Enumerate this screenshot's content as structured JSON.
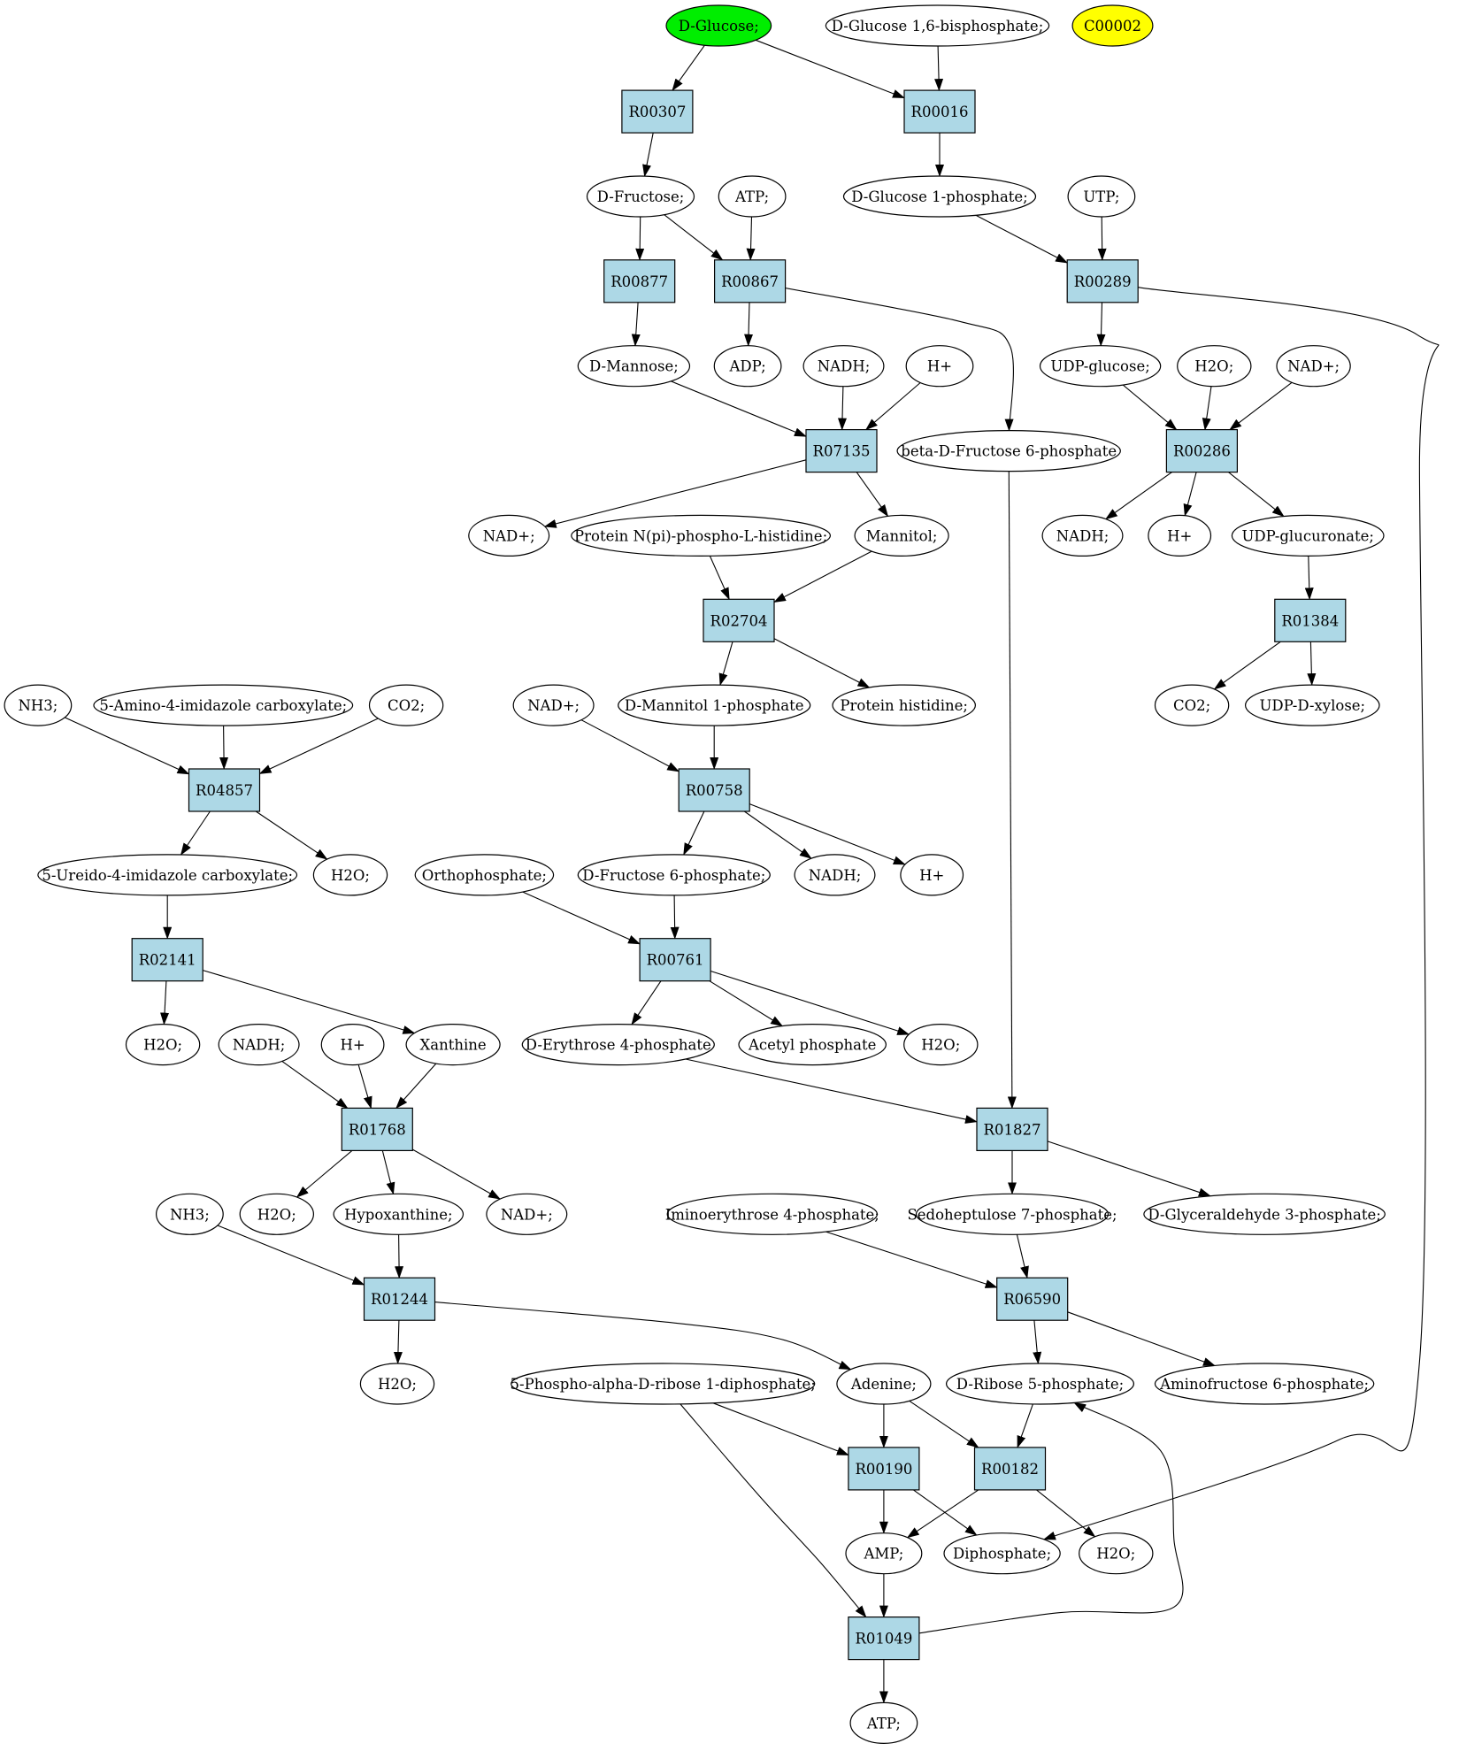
{
  "colors": {
    "reaction_fill": "#add8e6",
    "compound_fill": "#ffffff",
    "start_fill": "#00ee00",
    "highlight_fill": "#ffff00",
    "stroke": "#000000"
  },
  "compounds": [
    {
      "id": "glucose",
      "label": "D-Glucose;",
      "style": "start"
    },
    {
      "id": "glc16bp",
      "label": "D-Glucose 1,6-bisphosphate;"
    },
    {
      "id": "c00002",
      "label": "C00002",
      "style": "highlight"
    },
    {
      "id": "fructose",
      "label": "D-Fructose;"
    },
    {
      "id": "atp1",
      "label": "ATP;"
    },
    {
      "id": "glc1p",
      "label": "D-Glucose 1-phosphate;"
    },
    {
      "id": "utp",
      "label": "UTP;"
    },
    {
      "id": "mannose",
      "label": "D-Mannose;"
    },
    {
      "id": "adp",
      "label": "ADP;"
    },
    {
      "id": "nadh1",
      "label": "NADH;"
    },
    {
      "id": "hplus1",
      "label": "H+"
    },
    {
      "id": "udpglc",
      "label": "UDP-glucose;"
    },
    {
      "id": "h2o1",
      "label": "H2O;"
    },
    {
      "id": "nadp1",
      "label": "NAD+;"
    },
    {
      "id": "bf6p",
      "label": "beta-D-Fructose 6-phosphate"
    },
    {
      "id": "nadp2",
      "label": "NAD+;"
    },
    {
      "id": "protphos",
      "label": "Protein N(pi)-phospho-L-histidine;"
    },
    {
      "id": "mannitol",
      "label": "Mannitol;"
    },
    {
      "id": "nadh2",
      "label": "NADH;"
    },
    {
      "id": "hplus2",
      "label": "H+"
    },
    {
      "id": "udpgluc",
      "label": "UDP-glucuronate;"
    },
    {
      "id": "nh3a",
      "label": "NH3;"
    },
    {
      "id": "aica",
      "label": "5-Amino-4-imidazole carboxylate;"
    },
    {
      "id": "co2a",
      "label": "CO2;"
    },
    {
      "id": "nadp3",
      "label": "NAD+;"
    },
    {
      "id": "mannitol1p",
      "label": "D-Mannitol 1-phosphate"
    },
    {
      "id": "prothis",
      "label": "Protein histidine;"
    },
    {
      "id": "co2b",
      "label": "CO2;"
    },
    {
      "id": "udpxyl",
      "label": "UDP-D-xylose;"
    },
    {
      "id": "ureido",
      "label": "5-Ureido-4-imidazole carboxylate;"
    },
    {
      "id": "h2o2",
      "label": "H2O;"
    },
    {
      "id": "ortho",
      "label": "Orthophosphate;"
    },
    {
      "id": "f6p",
      "label": "D-Fructose 6-phosphate;"
    },
    {
      "id": "nadh3",
      "label": "NADH;"
    },
    {
      "id": "hplus3",
      "label": "H+"
    },
    {
      "id": "h2o3",
      "label": "H2O;"
    },
    {
      "id": "nadh4",
      "label": "NADH;"
    },
    {
      "id": "hplus4",
      "label": "H+"
    },
    {
      "id": "xanthine",
      "label": "Xanthine"
    },
    {
      "id": "e4p",
      "label": "D-Erythrose 4-phosphate"
    },
    {
      "id": "acetylp",
      "label": "Acetyl phosphate"
    },
    {
      "id": "h2o4",
      "label": "H2O;"
    },
    {
      "id": "nh3b",
      "label": "NH3;"
    },
    {
      "id": "h2o5",
      "label": "H2O;"
    },
    {
      "id": "hypox",
      "label": "Hypoxanthine;"
    },
    {
      "id": "nadp4",
      "label": "NAD+;"
    },
    {
      "id": "imino",
      "label": "Iminoerythrose 4-phosphate;"
    },
    {
      "id": "s7p",
      "label": "Sedoheptulose 7-phosphate;"
    },
    {
      "id": "g3p",
      "label": "D-Glyceraldehyde 3-phosphate;"
    },
    {
      "id": "h2o6",
      "label": "H2O;"
    },
    {
      "id": "prpp",
      "label": "5-Phospho-alpha-D-ribose 1-diphosphate;"
    },
    {
      "id": "adenine",
      "label": "Adenine;"
    },
    {
      "id": "r5p",
      "label": "D-Ribose 5-phosphate;"
    },
    {
      "id": "aminof6p",
      "label": "Aminofructose 6-phosphate;"
    },
    {
      "id": "amp",
      "label": "AMP;"
    },
    {
      "id": "diphos",
      "label": "Diphosphate;"
    },
    {
      "id": "h2o7",
      "label": "H2O;"
    },
    {
      "id": "atp2",
      "label": "ATP;"
    }
  ],
  "reactions": [
    {
      "id": "r00307",
      "label": "R00307"
    },
    {
      "id": "r00016",
      "label": "R00016"
    },
    {
      "id": "r00877",
      "label": "R00877"
    },
    {
      "id": "r00867",
      "label": "R00867"
    },
    {
      "id": "r00289",
      "label": "R00289"
    },
    {
      "id": "r07135",
      "label": "R07135"
    },
    {
      "id": "r00286",
      "label": "R00286"
    },
    {
      "id": "r02704",
      "label": "R02704"
    },
    {
      "id": "r01384",
      "label": "R01384"
    },
    {
      "id": "r04857",
      "label": "R04857"
    },
    {
      "id": "r00758",
      "label": "R00758"
    },
    {
      "id": "r02141",
      "label": "R02141"
    },
    {
      "id": "r00761",
      "label": "R00761"
    },
    {
      "id": "r01768",
      "label": "R01768"
    },
    {
      "id": "r01827",
      "label": "R01827"
    },
    {
      "id": "r01244",
      "label": "R01244"
    },
    {
      "id": "r06590",
      "label": "R06590"
    },
    {
      "id": "r00190",
      "label": "R00190"
    },
    {
      "id": "r00182",
      "label": "R00182"
    },
    {
      "id": "r01049",
      "label": "R01049"
    }
  ],
  "edges": [
    [
      "glucose",
      "r00307"
    ],
    [
      "glucose",
      "r00016"
    ],
    [
      "glc16bp",
      "r00016"
    ],
    [
      "r00307",
      "fructose"
    ],
    [
      "r00016",
      "glc1p"
    ],
    [
      "fructose",
      "r00877"
    ],
    [
      "fructose",
      "r00867"
    ],
    [
      "atp1",
      "r00867"
    ],
    [
      "glc1p",
      "r00289"
    ],
    [
      "utp",
      "r00289"
    ],
    [
      "r00877",
      "mannose"
    ],
    [
      "r00867",
      "adp"
    ],
    [
      "r00867",
      "bf6p"
    ],
    [
      "r00289",
      "udpglc"
    ],
    [
      "r00289",
      "diphos"
    ],
    [
      "mannose",
      "r07135"
    ],
    [
      "nadh1",
      "r07135"
    ],
    [
      "hplus1",
      "r07135"
    ],
    [
      "udpglc",
      "r00286"
    ],
    [
      "h2o1",
      "r00286"
    ],
    [
      "nadp1",
      "r00286"
    ],
    [
      "r07135",
      "nadp2"
    ],
    [
      "r07135",
      "mannitol"
    ],
    [
      "r00286",
      "nadh2"
    ],
    [
      "r00286",
      "hplus2"
    ],
    [
      "r00286",
      "udpgluc"
    ],
    [
      "protphos",
      "r02704"
    ],
    [
      "mannitol",
      "r02704"
    ],
    [
      "udpgluc",
      "r01384"
    ],
    [
      "r02704",
      "mannitol1p"
    ],
    [
      "r02704",
      "prothis"
    ],
    [
      "r01384",
      "co2b"
    ],
    [
      "r01384",
      "udpxyl"
    ],
    [
      "nh3a",
      "r04857"
    ],
    [
      "aica",
      "r04857"
    ],
    [
      "co2a",
      "r04857"
    ],
    [
      "nadp3",
      "r00758"
    ],
    [
      "mannitol1p",
      "r00758"
    ],
    [
      "r04857",
      "ureido"
    ],
    [
      "r04857",
      "h2o2"
    ],
    [
      "r00758",
      "f6p"
    ],
    [
      "r00758",
      "nadh3"
    ],
    [
      "r00758",
      "hplus3"
    ],
    [
      "ureido",
      "r02141"
    ],
    [
      "ortho",
      "r00761"
    ],
    [
      "f6p",
      "r00761"
    ],
    [
      "r02141",
      "h2o3"
    ],
    [
      "r02141",
      "xanthine"
    ],
    [
      "r00761",
      "e4p"
    ],
    [
      "r00761",
      "acetylp"
    ],
    [
      "r00761",
      "h2o4"
    ],
    [
      "nadh4",
      "r01768"
    ],
    [
      "hplus4",
      "r01768"
    ],
    [
      "xanthine",
      "r01768"
    ],
    [
      "e4p",
      "r01827"
    ],
    [
      "bf6p",
      "r01827"
    ],
    [
      "r01768",
      "h2o5"
    ],
    [
      "r01768",
      "hypox"
    ],
    [
      "r01768",
      "nadp4"
    ],
    [
      "r01827",
      "s7p"
    ],
    [
      "r01827",
      "g3p"
    ],
    [
      "nh3b",
      "r01244"
    ],
    [
      "hypox",
      "r01244"
    ],
    [
      "imino",
      "r06590"
    ],
    [
      "s7p",
      "r06590"
    ],
    [
      "r01244",
      "h2o6"
    ],
    [
      "r01244",
      "adenine"
    ],
    [
      "r06590",
      "r5p"
    ],
    [
      "r06590",
      "aminof6p"
    ],
    [
      "prpp",
      "r00190"
    ],
    [
      "adenine",
      "r00190"
    ],
    [
      "adenine",
      "r00182"
    ],
    [
      "r5p",
      "r00182"
    ],
    [
      "prpp",
      "r01049"
    ],
    [
      "r00190",
      "amp"
    ],
    [
      "r00190",
      "diphos"
    ],
    [
      "r00182",
      "amp"
    ],
    [
      "r00182",
      "h2o7"
    ],
    [
      "amp",
      "r01049"
    ],
    [
      "r01049",
      "atp2"
    ],
    [
      "r01049",
      "r5p"
    ]
  ]
}
